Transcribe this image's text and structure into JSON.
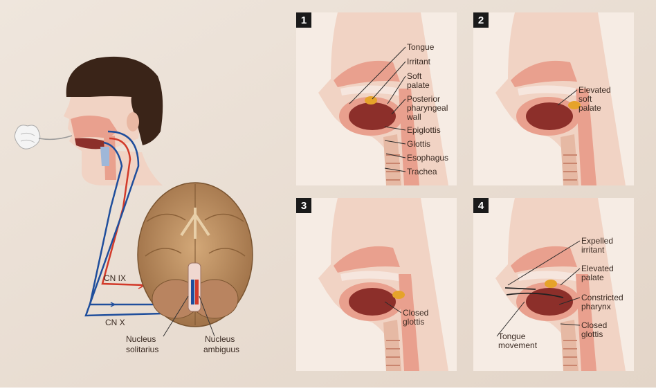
{
  "colors": {
    "background": "#e9ddd2",
    "panel": "#f6ece4",
    "skin": "#f1d3c4",
    "tissue": "#e9a08e",
    "cavity": "#8c2f2a",
    "irritant": "#e6a32a",
    "nerve_red": "#d23a2a",
    "nerve_blue": "#1f4e9c",
    "brain": "#b98a5a",
    "hair": "#3a2418"
  },
  "left": {
    "labels": {
      "cn9": "CN IX",
      "cn10": "CN X",
      "nucleus_solitarius": [
        "Nucleus",
        "solitarius"
      ],
      "nucleus_ambiguus": [
        "Nucleus",
        "ambiguus"
      ]
    }
  },
  "panels": [
    {
      "number": "1",
      "labels": [
        [
          "Tongue"
        ],
        [
          "Irritant"
        ],
        [
          "Soft",
          "palate"
        ],
        [
          "Posterior",
          "pharyngeal",
          "wall"
        ],
        [
          "Epiglottis"
        ],
        [
          "Glottis"
        ],
        [
          "Esophagus"
        ],
        [
          "Trachea"
        ]
      ]
    },
    {
      "number": "2",
      "labels": [
        [
          "Elevated",
          "soft",
          "palate"
        ]
      ]
    },
    {
      "number": "3",
      "labels": [
        [
          "Closed",
          "glottis"
        ]
      ]
    },
    {
      "number": "4",
      "labels": [
        [
          "Expelled",
          "irritant"
        ],
        [
          "Elevated",
          "palate"
        ],
        [
          "Constricted",
          "pharynx"
        ],
        [
          "Closed",
          "glottis"
        ],
        [
          "Tongue",
          "movement"
        ]
      ]
    }
  ]
}
